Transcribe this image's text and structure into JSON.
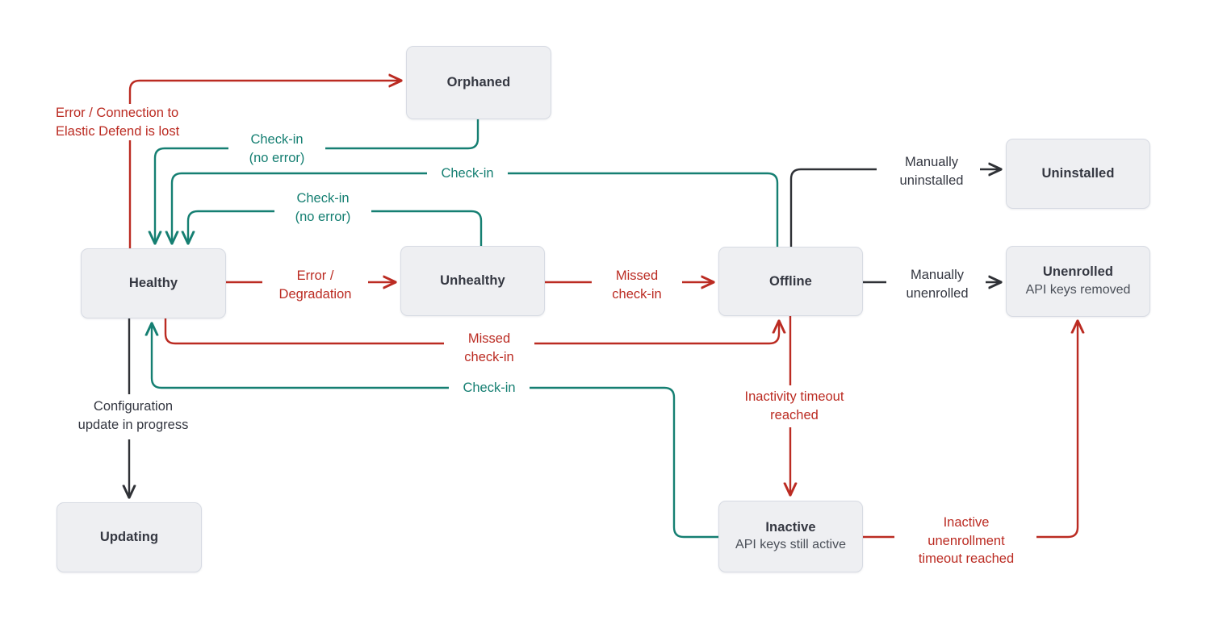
{
  "diagram": {
    "title": "Elastic Agent status state diagram",
    "colors": {
      "error": "#bb2b22",
      "success": "#157f72",
      "neutral": "#343741",
      "node_fill": "#eeeff2",
      "node_border": "#d7dbe3",
      "background": "#ffffff"
    },
    "nodes": [
      {
        "id": "orphaned",
        "title": "Orphaned",
        "subtitle": ""
      },
      {
        "id": "healthy",
        "title": "Healthy",
        "subtitle": ""
      },
      {
        "id": "unhealthy",
        "title": "Unhealthy",
        "subtitle": ""
      },
      {
        "id": "offline",
        "title": "Offline",
        "subtitle": ""
      },
      {
        "id": "uninstalled",
        "title": "Uninstalled",
        "subtitle": ""
      },
      {
        "id": "unenrolled",
        "title": "Unenrolled",
        "subtitle": "API keys removed"
      },
      {
        "id": "inactive",
        "title": "Inactive",
        "subtitle": "API keys still active"
      },
      {
        "id": "updating",
        "title": "Updating",
        "subtitle": ""
      }
    ],
    "edges": [
      {
        "id": "healthy-to-orphaned",
        "from": "healthy",
        "to": "orphaned",
        "label": "Error / Connection to\nElastic Defend is lost",
        "kind": "error"
      },
      {
        "id": "orphaned-to-healthy",
        "from": "orphaned",
        "to": "healthy",
        "label": "Check-in\n(no error)",
        "kind": "success"
      },
      {
        "id": "offline-to-healthy",
        "from": "offline",
        "to": "healthy",
        "label": "Check-in",
        "kind": "success"
      },
      {
        "id": "unhealthy-to-healthy",
        "from": "unhealthy",
        "to": "healthy",
        "label": "Check-in\n(no error)",
        "kind": "success"
      },
      {
        "id": "healthy-to-unhealthy",
        "from": "healthy",
        "to": "unhealthy",
        "label": "Error /\nDegradation",
        "kind": "error"
      },
      {
        "id": "unhealthy-to-offline",
        "from": "unhealthy",
        "to": "offline",
        "label": "Missed\ncheck-in",
        "kind": "error"
      },
      {
        "id": "healthy-to-offline",
        "from": "healthy",
        "to": "offline",
        "label": "Missed\ncheck-in",
        "kind": "error"
      },
      {
        "id": "inactive-to-healthy",
        "from": "inactive",
        "to": "healthy",
        "label": "Check-in",
        "kind": "success"
      },
      {
        "id": "offline-to-uninstalled",
        "from": "offline",
        "to": "uninstalled",
        "label": "Manually\nuninstalled",
        "kind": "neutral"
      },
      {
        "id": "offline-to-unenrolled",
        "from": "offline",
        "to": "unenrolled",
        "label": "Manually\nunenrolled",
        "kind": "neutral"
      },
      {
        "id": "offline-to-inactive",
        "from": "offline",
        "to": "inactive",
        "label": "Inactivity timeout\nreached",
        "kind": "error"
      },
      {
        "id": "inactive-to-unenrolled",
        "from": "inactive",
        "to": "unenrolled",
        "label": "Inactive\nunenrollment\ntimeout reached",
        "kind": "error"
      },
      {
        "id": "healthy-to-updating",
        "from": "healthy",
        "to": "updating",
        "label": "Configuration\nupdate in progress",
        "kind": "neutral"
      }
    ],
    "labels": {
      "error_connection": "Error / Connection to\nElastic Defend is lost",
      "checkin_noerror_1": "Check-in\n(no error)",
      "checkin_offline": "Check-in",
      "checkin_noerror_2": "Check-in\n(no error)",
      "error_degradation": "Error /\nDegradation",
      "missed_checkin_1": "Missed\ncheck-in",
      "missed_checkin_2": "Missed\ncheck-in",
      "checkin_inactive": "Check-in",
      "manually_uninstalled": "Manually\nuninstalled",
      "manually_unenrolled": "Manually\nunenrolled",
      "inactivity_timeout": "Inactivity timeout\nreached",
      "inactive_unenrollment": "Inactive\nunenrollment\ntimeout reached",
      "configuration_update": "Configuration\nupdate in progress"
    }
  }
}
